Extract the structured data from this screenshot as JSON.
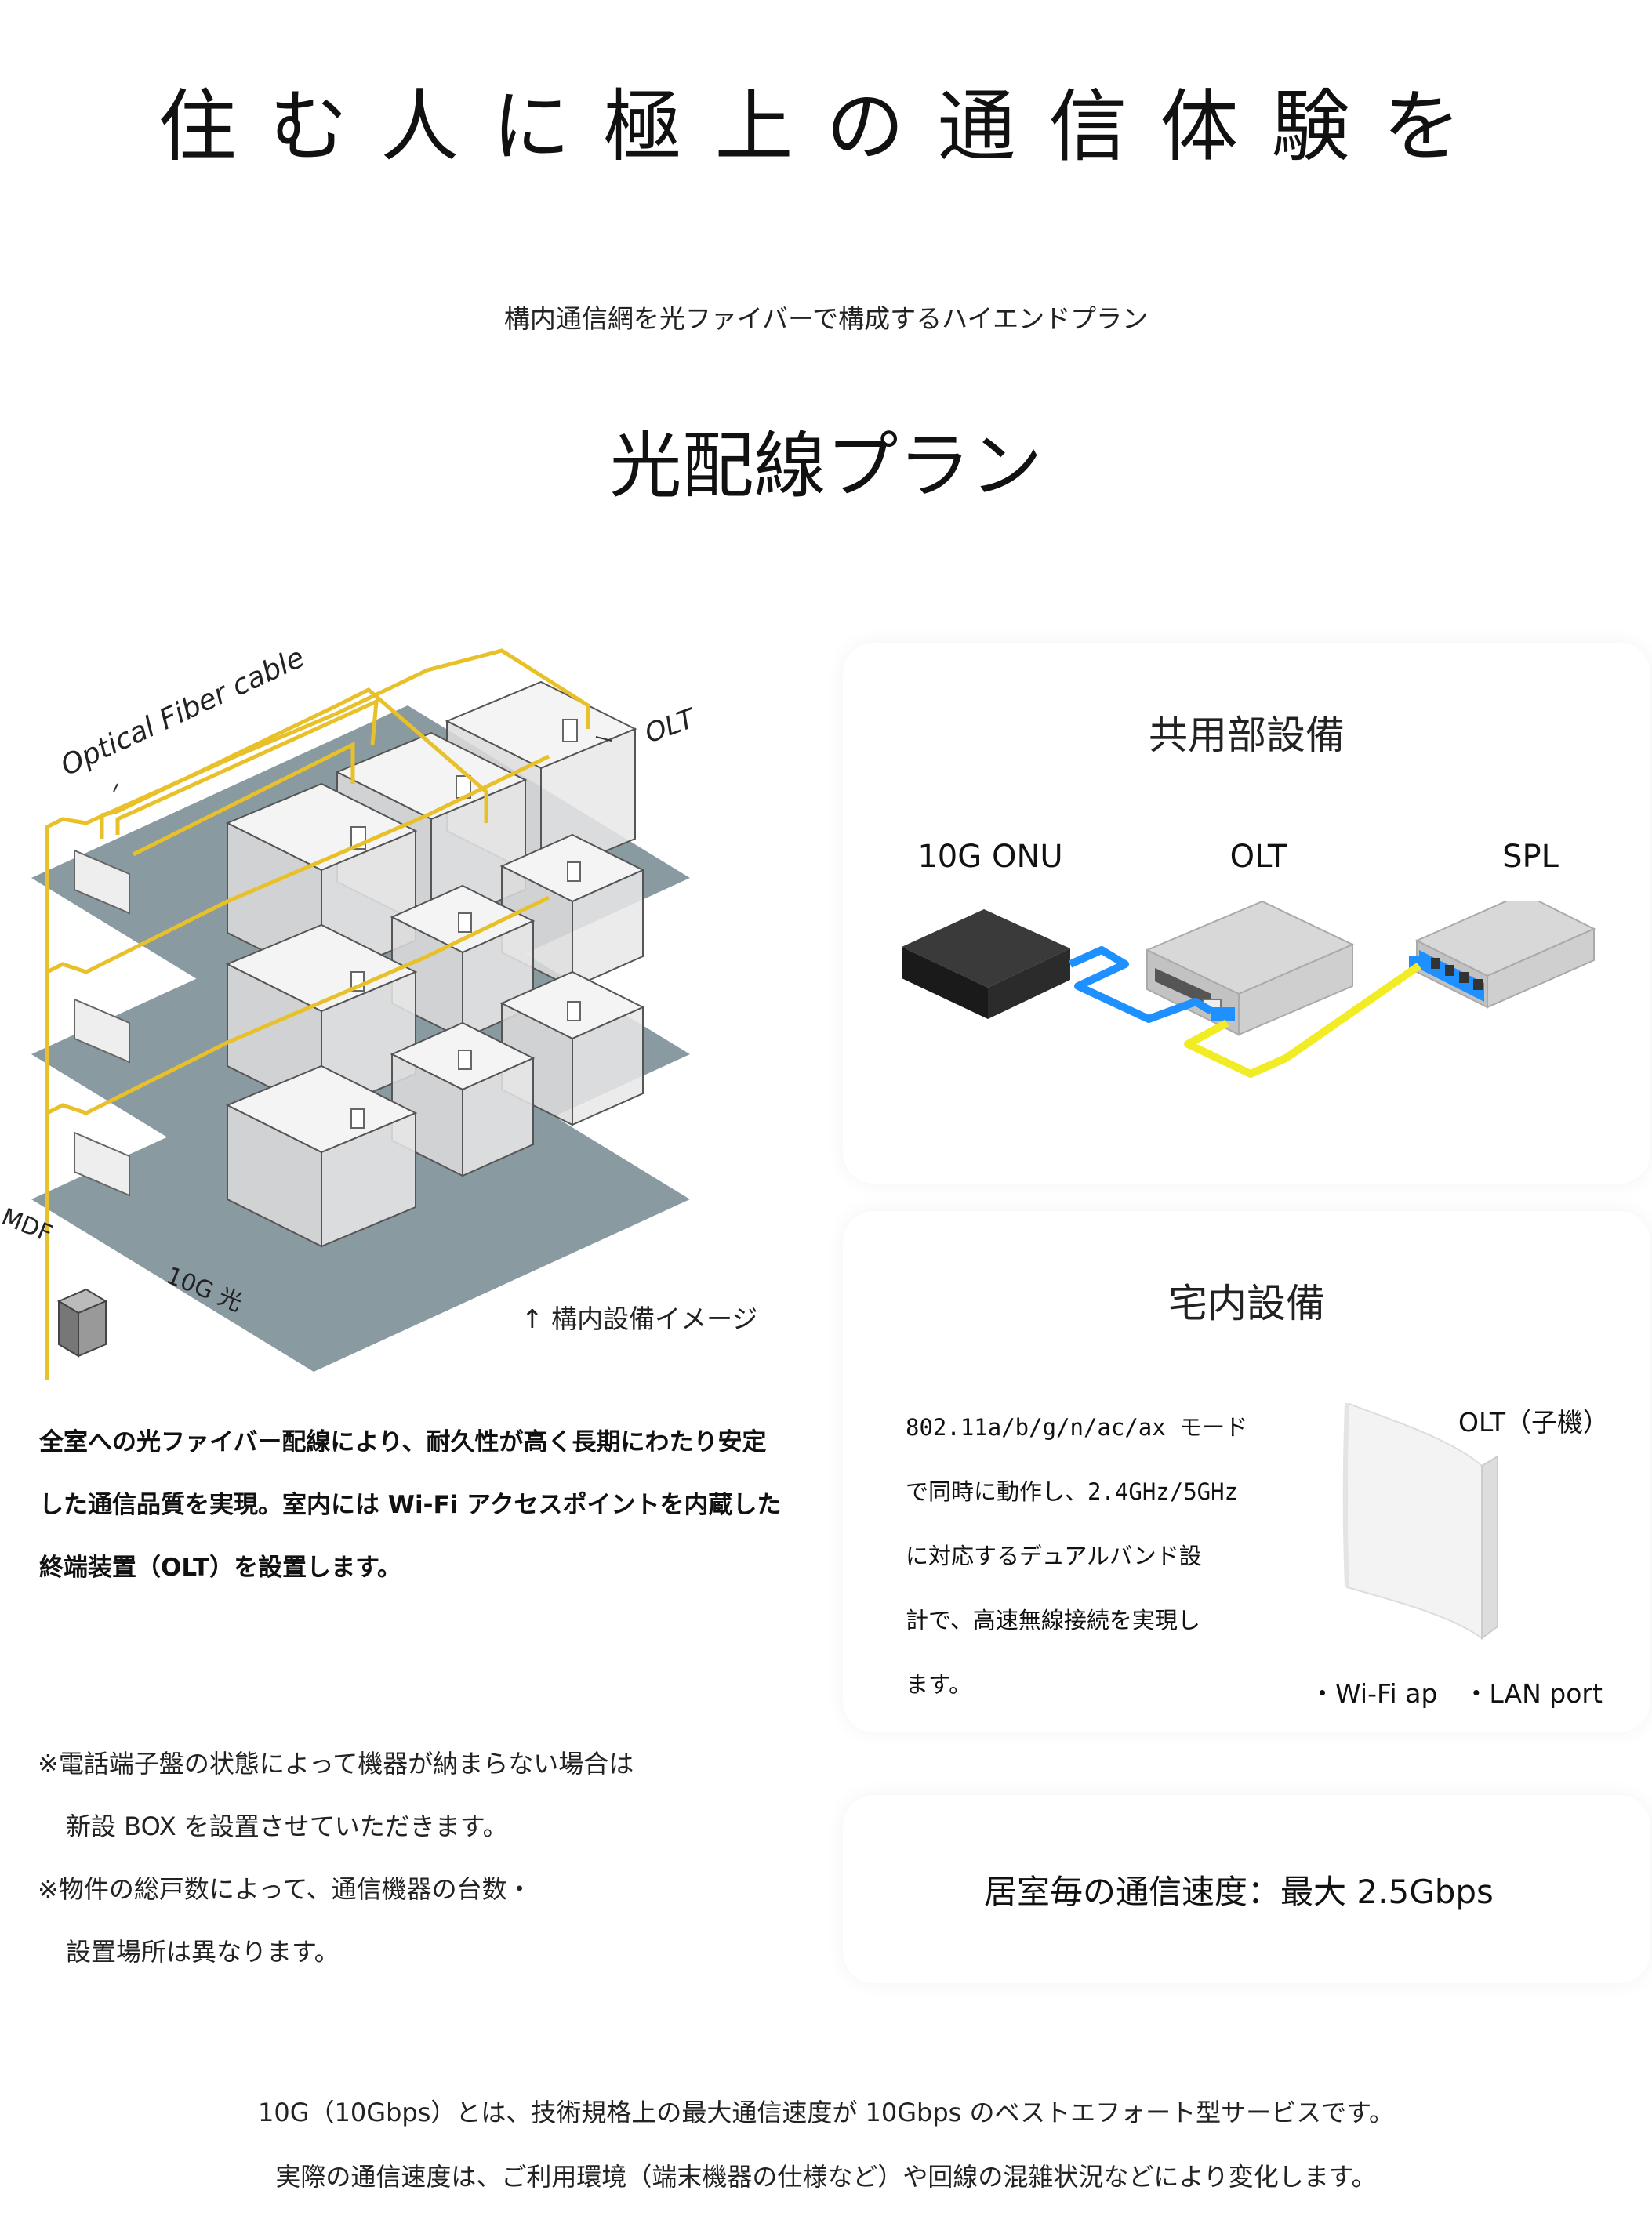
{
  "header": {
    "main_title": "住む人に極上の通信体験を",
    "lead": "構内通信網を光ファイバーで構成するハイエンドプラン",
    "plan_title": "光配線プラン"
  },
  "building_image": {
    "fiber_label": "Optical Fiber cable",
    "olt_label": "OLT",
    "mdf_label": "MDF",
    "ten_g_label": "10G 光",
    "caption": "↑ 構内設備イメージ"
  },
  "shared_equipment": {
    "title": "共用部設備",
    "devices": [
      "10G ONU",
      "OLT",
      "SPL"
    ]
  },
  "description": "全室への光ファイバー配線により、耐久性が高く長期にわたり安定した通信品質を実現。室内には Wi-Fi アクセスポイントを内蔵した終端装置（OLT）を設置します。",
  "notes": [
    "※電話端子盤の状態によって機器が納まらない場合は",
    "新設 BOX を設置させていただきます。",
    "※物件の総戸数によって、通信機器の台数・",
    "設置場所は異なります。"
  ],
  "in_home": {
    "title": "宅内設備",
    "desc_lines": [
      "802.11a/b/g/n/ac/ax モード",
      "で同時に動作し、2.4GHz/5GHz",
      "に対応するデュアルバンド設",
      "計で、高速無線接続を実現し",
      "ます。"
    ],
    "olt_child_label": "OLT（子機）",
    "features": "・Wi-Fi ap　・LAN port"
  },
  "speed": "居室毎の通信速度：最大 2.5Gbps",
  "footer": [
    "10G（10Gbps）とは、技術規格上の最大通信速度が 10Gbps のベストエフォート型サービスです。",
    "実際の通信速度は、ご利用環境（端末機器の仕様など）や回線の混雑状況などにより変化します。"
  ],
  "colors": {
    "fiber": "#e8c12a",
    "slab": "#8a9aa1",
    "accent_blue": "#1e90ff",
    "cable_yellow": "#f2ec25"
  }
}
